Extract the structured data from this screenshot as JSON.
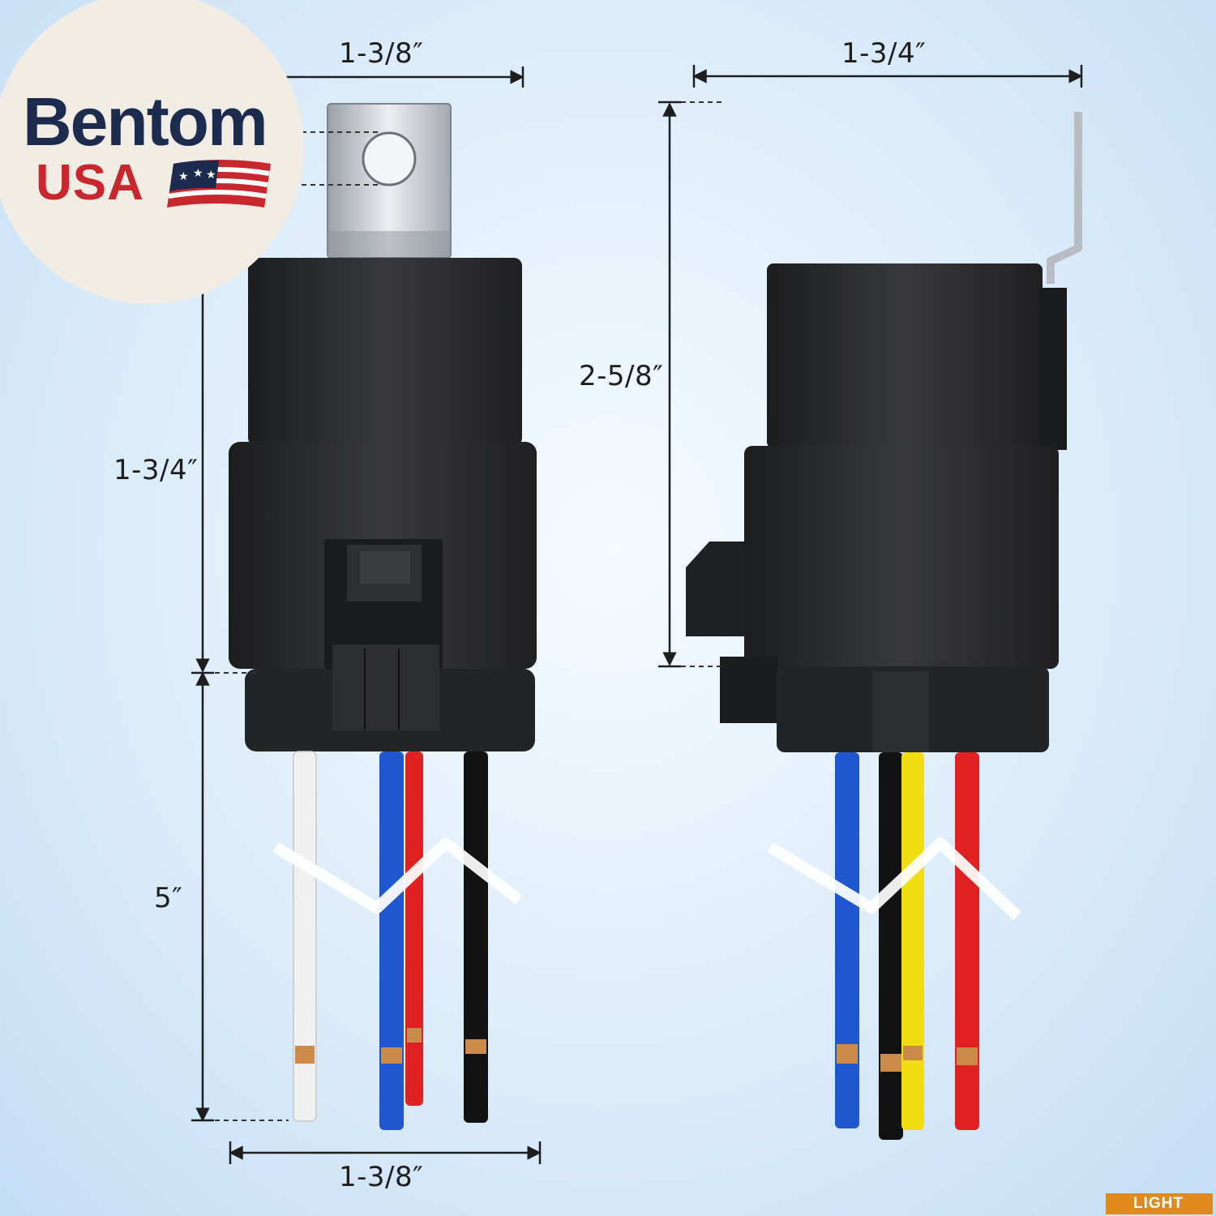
{
  "brand": {
    "name": "Bentom",
    "country": "USA",
    "colors": {
      "navy": "#1d2b4e",
      "red": "#c8272e",
      "badge_bg": "#f1ece4"
    }
  },
  "watermark": {
    "text": "LIGHT"
  },
  "left_view": {
    "width_top": "1-3/8″",
    "body_height": "1-3/4″",
    "wire_length": "5″",
    "width_bottom": "1-3/8″",
    "wire_colors": [
      "white",
      "blue",
      "red",
      "black"
    ]
  },
  "right_view": {
    "width_top": "1-3/4″",
    "total_height": "2-5/8″",
    "wire_colors": [
      "blue",
      "black",
      "yellow",
      "red"
    ]
  },
  "colors": {
    "housing": "#2b2c2e",
    "bracket": "#c9cdd2",
    "background": "#d6e9f8"
  }
}
